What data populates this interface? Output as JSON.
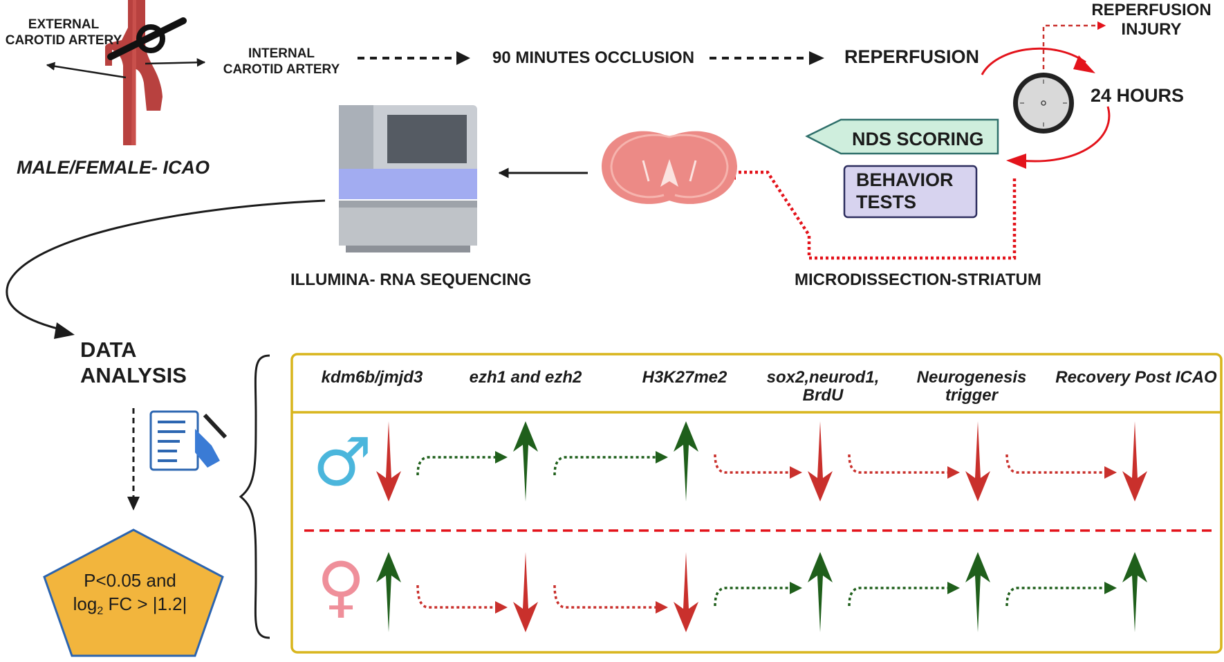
{
  "labels": {
    "external_carotid": "EXTERNAL\nCAROTID ARTERY",
    "internal_carotid": "INTERNAL\nCAROTID ARTERY",
    "occlusion": "90 MINUTES OCCLUSION",
    "reperfusion": "REPERFUSION",
    "reperfusion_injury": "REPERFUSION\nINJURY",
    "hours": "24 HOURS",
    "model": "MALE/FEMALE- ICAO",
    "nds": "NDS SCORING",
    "behavior": "BEHAVIOR\nTESTS",
    "sequencing": "ILLUMINA- RNA SEQUENCING",
    "microdissection": "MICRODISSECTION-STRIATUM",
    "data_analysis": "DATA\nANALYSIS",
    "stat_line1": "P<0.05 and",
    "stat_line2_pre": "log",
    "stat_line2_sub": "2",
    "stat_line2_post": " FC > |1.2|"
  },
  "table": {
    "headers": [
      "kdm6b/jmjd3",
      "ezh1 and ezh2",
      "H3K27me2",
      "sox2,neurod1,\nBrdU",
      "Neurogenesis\ntrigger",
      "Recovery Post ICAO"
    ],
    "male": {
      "symbol": "♂",
      "directions": [
        "down",
        "up",
        "up",
        "down",
        "down",
        "down"
      ]
    },
    "female": {
      "symbol": "♀",
      "directions": [
        "up",
        "down",
        "down",
        "up",
        "up",
        "up"
      ]
    }
  },
  "colors": {
    "up": "#1f5f1b",
    "down": "#c9302c",
    "box_border": "#d8b51c",
    "male_symbol": "#4bb6dc",
    "female_symbol": "#ef8f9a",
    "stat_fill": "#f2b53d",
    "stat_border": "#2b64b0",
    "red_dotted": "#e3131b",
    "nds_fill": "#cfeedd",
    "behavior_fill": "#d7d3ef",
    "artery": "#b8413f",
    "brain": "#ec8a86"
  }
}
